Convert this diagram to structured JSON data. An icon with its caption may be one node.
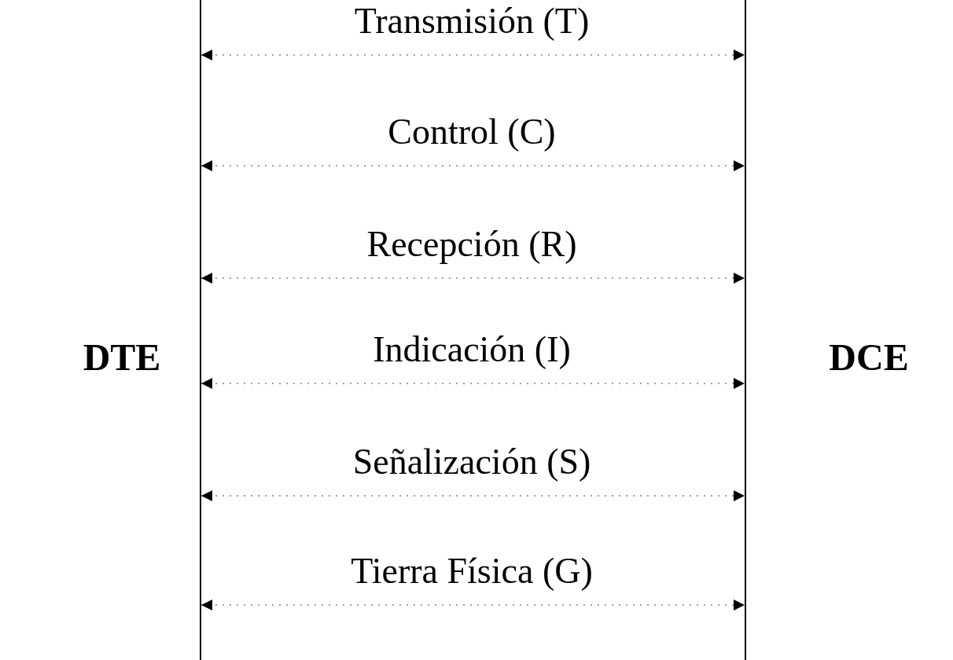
{
  "diagram": {
    "nodes": [
      {
        "text": [
          "DTE"
        ]
      },
      {
        "text": [],
        "shape": "bar"
      },
      {
        "text": [],
        "shape": "bar"
      },
      {
        "text": [
          "DCE"
        ]
      }
    ],
    "edges": [
      {
        "from": 1,
        "to": 2,
        "arrow": "both",
        "label": "Transmisión (T)",
        "style": "dashed"
      },
      {
        "from": 1,
        "to": 2,
        "arrow": "both",
        "label": "Control (C)",
        "style": "dashed"
      },
      {
        "from": 1,
        "to": 2,
        "arrow": "both",
        "label": "Recepción (R)",
        "style": "dashed"
      },
      {
        "from": 1,
        "to": 2,
        "arrow": "both",
        "label": "Indicación (I)",
        "style": "dashed"
      },
      {
        "from": 1,
        "to": 2,
        "arrow": "both",
        "label": "Señalización (S)",
        "style": "dashed"
      },
      {
        "from": 1,
        "to": 2,
        "arrow": "both",
        "label": "Tierra Física (G)",
        "style": "dashed"
      }
    ]
  }
}
